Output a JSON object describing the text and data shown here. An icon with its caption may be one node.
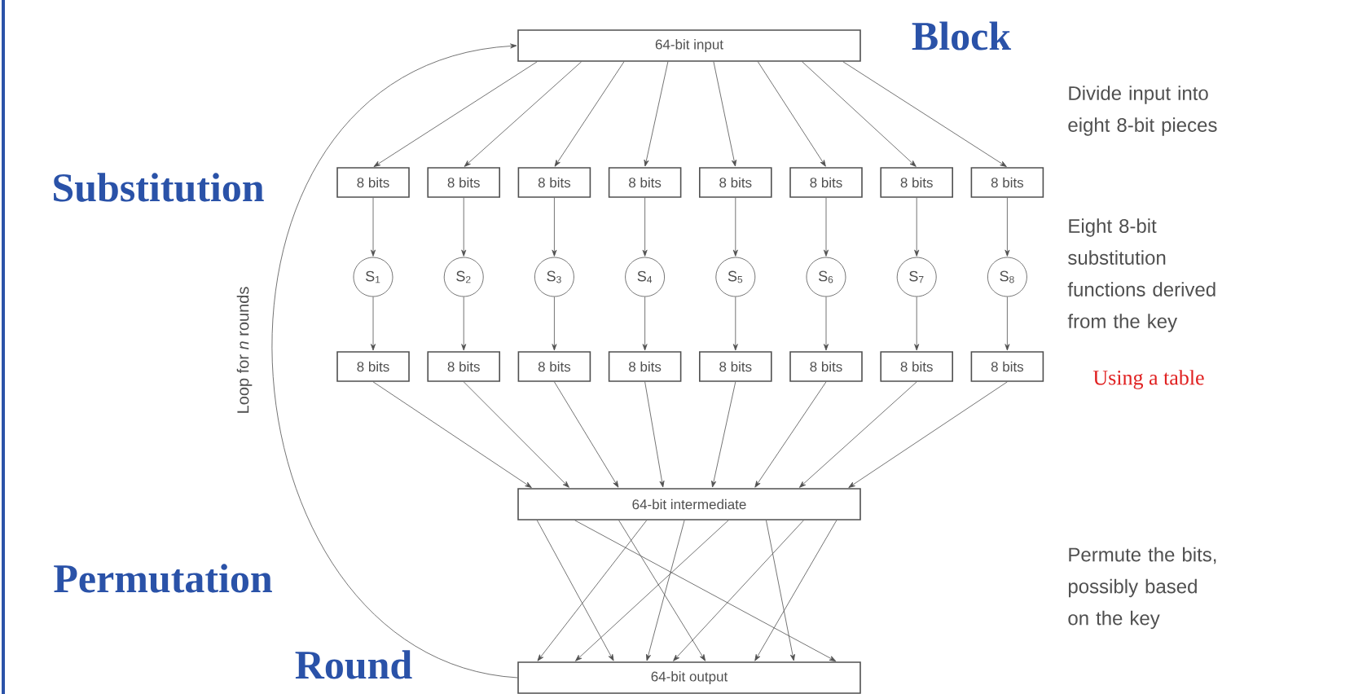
{
  "diagram": {
    "nodes": [
      {
        "text": [
          "64-bit input"
        ]
      },
      {
        "text": [
          "8 bits"
        ]
      },
      {
        "text": [
          "8 bits"
        ]
      },
      {
        "text": [
          "8 bits"
        ]
      },
      {
        "text": [
          "8 bits"
        ]
      },
      {
        "text": [
          "8 bits"
        ]
      },
      {
        "text": [
          "8 bits"
        ]
      },
      {
        "text": [
          "8 bits"
        ]
      },
      {
        "text": [
          "8 bits"
        ]
      },
      {
        "text": [
          "S$_{1}$"
        ]
      },
      {
        "text": [
          "S$_{2}$"
        ]
      },
      {
        "text": [
          "S$_{3}$"
        ]
      },
      {
        "text": [
          "S$_{4}$"
        ]
      },
      {
        "text": [
          "S$_{5}$"
        ]
      },
      {
        "text": [
          "S$_{6}$"
        ]
      },
      {
        "text": [
          "S$_{7}$"
        ]
      },
      {
        "text": [
          "S$_{8}$"
        ]
      },
      {
        "text": [
          "8 bits"
        ]
      },
      {
        "text": [
          "8 bits"
        ]
      },
      {
        "text": [
          "8 bits"
        ]
      },
      {
        "text": [
          "8 bits"
        ]
      },
      {
        "text": [
          "8 bits"
        ]
      },
      {
        "text": [
          "8 bits"
        ]
      },
      {
        "text": [
          "8 bits"
        ]
      },
      {
        "text": [
          "8 bits"
        ]
      },
      {
        "text": [
          "64-bit intermediate"
        ]
      },
      {
        "text": [
          "64-bit output"
        ]
      }
    ],
    "edges": [
      {
        "from": 0,
        "to": 1,
        "arrow": "to"
      },
      {
        "from": 0,
        "to": 2,
        "arrow": "to"
      },
      {
        "from": 0,
        "to": 3,
        "arrow": "to"
      },
      {
        "from": 0,
        "to": 4,
        "arrow": "to"
      },
      {
        "from": 0,
        "to": 5,
        "arrow": "to"
      },
      {
        "from": 0,
        "to": 6,
        "arrow": "to"
      },
      {
        "from": 0,
        "to": 7,
        "arrow": "to"
      },
      {
        "from": 0,
        "to": 8,
        "arrow": "to"
      },
      {
        "from": 1,
        "to": 9,
        "arrow": "to"
      },
      {
        "from": 2,
        "to": 10,
        "arrow": "to"
      },
      {
        "from": 3,
        "to": 11,
        "arrow": "to"
      },
      {
        "from": 4,
        "to": 12,
        "arrow": "to"
      },
      {
        "from": 5,
        "to": 13,
        "arrow": "to"
      },
      {
        "from": 6,
        "to": 14,
        "arrow": "to"
      },
      {
        "from": 7,
        "to": 15,
        "arrow": "to"
      },
      {
        "from": 8,
        "to": 16,
        "arrow": "to"
      },
      {
        "from": 9,
        "to": 17,
        "arrow": "to"
      },
      {
        "from": 10,
        "to": 18,
        "arrow": "to"
      },
      {
        "from": 11,
        "to": 19,
        "arrow": "to"
      },
      {
        "from": 12,
        "to": 20,
        "arrow": "to"
      },
      {
        "from": 13,
        "to": 21,
        "arrow": "to"
      },
      {
        "from": 14,
        "to": 22,
        "arrow": "to"
      },
      {
        "from": 15,
        "to": 23,
        "arrow": "to"
      },
      {
        "from": 16,
        "to": 24,
        "arrow": "to"
      },
      {
        "from": 17,
        "to": 25,
        "arrow": "to"
      },
      {
        "from": 18,
        "to": 25,
        "arrow": "to"
      },
      {
        "from": 19,
        "to": 25,
        "arrow": "to"
      },
      {
        "from": 20,
        "to": 25,
        "arrow": "to"
      },
      {
        "from": 21,
        "to": 25,
        "arrow": "to"
      },
      {
        "from": 22,
        "to": 25,
        "arrow": "to"
      },
      {
        "from": 23,
        "to": 25,
        "arrow": "to"
      },
      {
        "from": 24,
        "to": 25,
        "arrow": "to"
      },
      {
        "from": 25,
        "to": 26,
        "arrow": "to"
      },
      {
        "from": 25,
        "to": 26,
        "arrow": "to"
      },
      {
        "from": 25,
        "to": 26,
        "arrow": "to"
      },
      {
        "from": 25,
        "to": 26,
        "arrow": "to"
      },
      {
        "from": 25,
        "to": 26,
        "arrow": "to"
      },
      {
        "from": 25,
        "to": 26,
        "arrow": "to"
      },
      {
        "from": 25,
        "to": 26,
        "arrow": "to"
      },
      {
        "from": 25,
        "to": 26,
        "arrow": "to"
      },
      {
        "from": 25,
        "to": 26,
        "arrow": "to"
      },
      {
        "from": 26,
        "to": 0,
        "arrow": "to",
        "label": "Loop for *n* rounds"
      }
    ],
    "labels": [
      "Block",
      "Divide input into eight 8-bit pieces",
      "Substitution",
      "Eight 8-bit substitution functions derived from the key",
      "Using a table",
      "Permute the bits, possibly based on the key",
      "Permutation",
      "Round"
    ]
  }
}
